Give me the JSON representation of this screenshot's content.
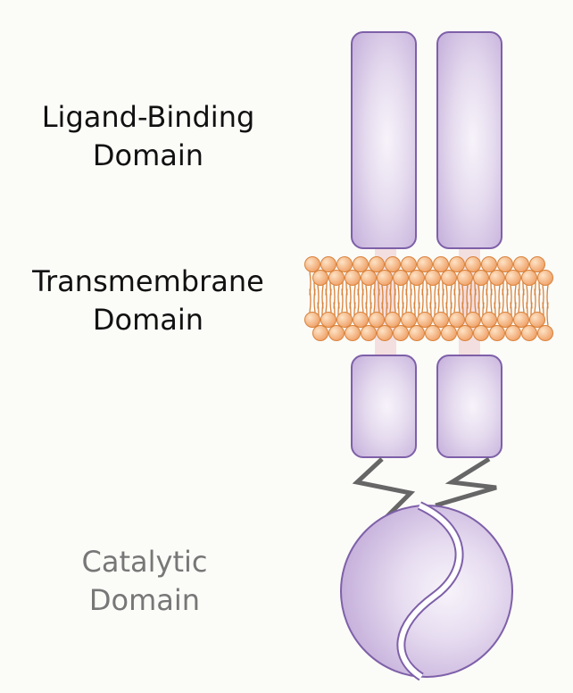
{
  "labels": {
    "ligand_binding": {
      "line1": "Ligand-Binding",
      "line2": "Domain"
    },
    "transmembrane": {
      "line1": "Transmembrane",
      "line2": "Domain"
    },
    "catalytic": {
      "line1": "Catalytic",
      "line2": "Domain"
    }
  },
  "colors": {
    "background": "#fbfbf8",
    "domain_fill_light": "#f7f3fa",
    "domain_fill_dark": "#c7b2dc",
    "domain_stroke": "#7e60a8",
    "lipid_head_light": "#fde3c6",
    "lipid_head_dark": "#f0a066",
    "lipid_stroke": "#d8823a",
    "linker": "#666666",
    "neck": "#f4dfe0",
    "label_primary": "#111111",
    "label_secondary": "#777777"
  },
  "icons": {
    "membrane": "lipid-bilayer",
    "linker": "zigzag-linker"
  }
}
